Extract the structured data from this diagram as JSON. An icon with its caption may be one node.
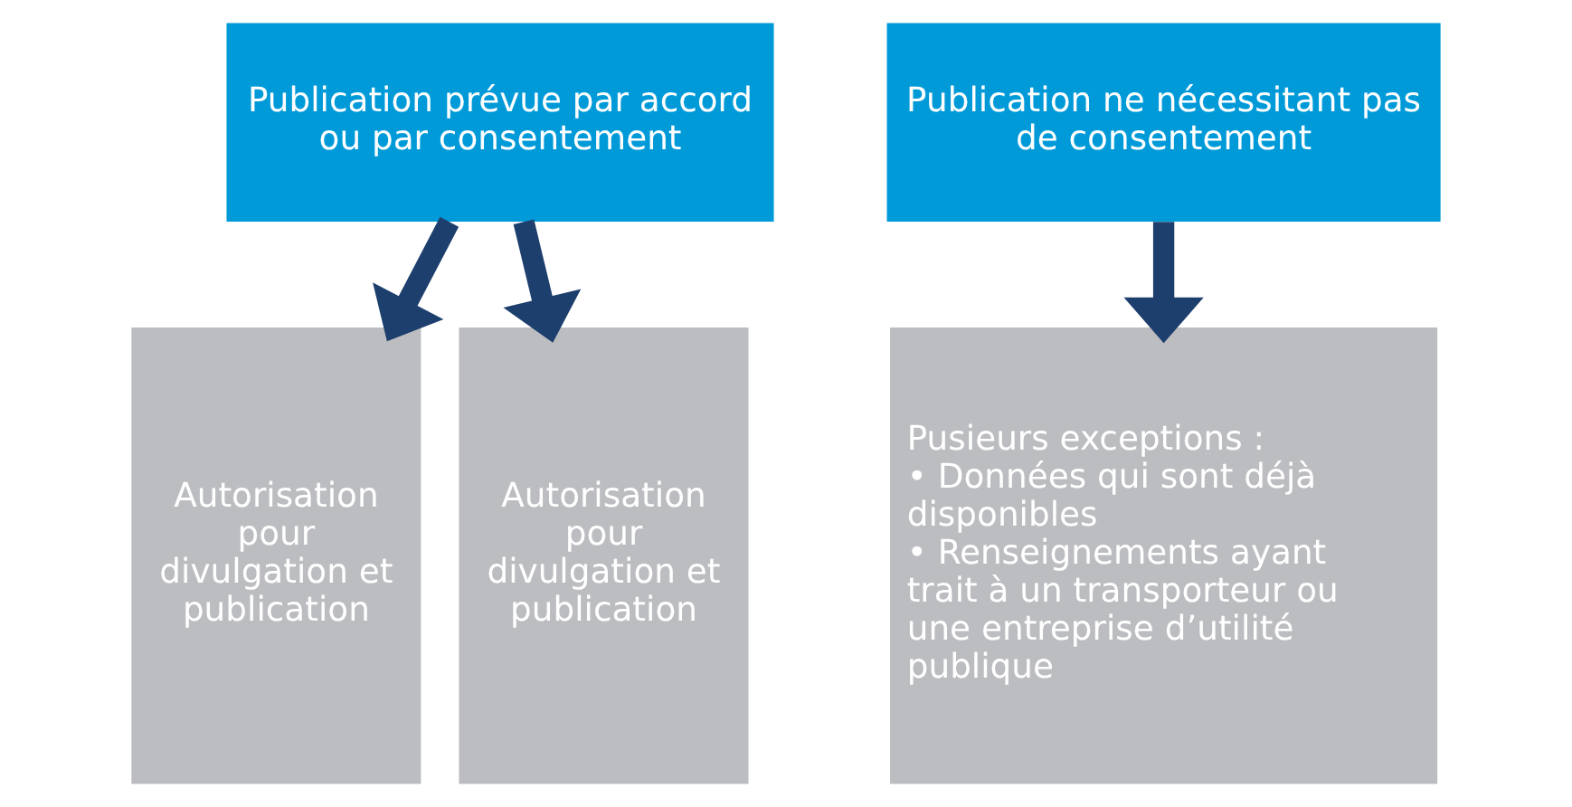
{
  "diagram": {
    "nodes": [
      {
        "text": [
          "Publication prévue par accord ou par consentement"
        ]
      },
      {
        "text": [
          "Autorisation pour divulgation et publication"
        ]
      },
      {
        "text": [
          "Autorisation pour divulgation et publication"
        ]
      },
      {
        "text": [
          "Publication ne nécessitant pas de consentement"
        ]
      },
      {
        "text": [
          "Pusieurs exceptions :",
          "• Données qui sont déjà disponibles",
          "• Renseignements ayant trait à un transporteur ou une entreprise d’utilité publique"
        ]
      }
    ],
    "edges": [
      {
        "from": 0,
        "to": 1,
        "arrow": "to"
      },
      {
        "from": 0,
        "to": 2,
        "arrow": "to"
      },
      {
        "from": 3,
        "to": 4,
        "arrow": "to"
      }
    ]
  }
}
